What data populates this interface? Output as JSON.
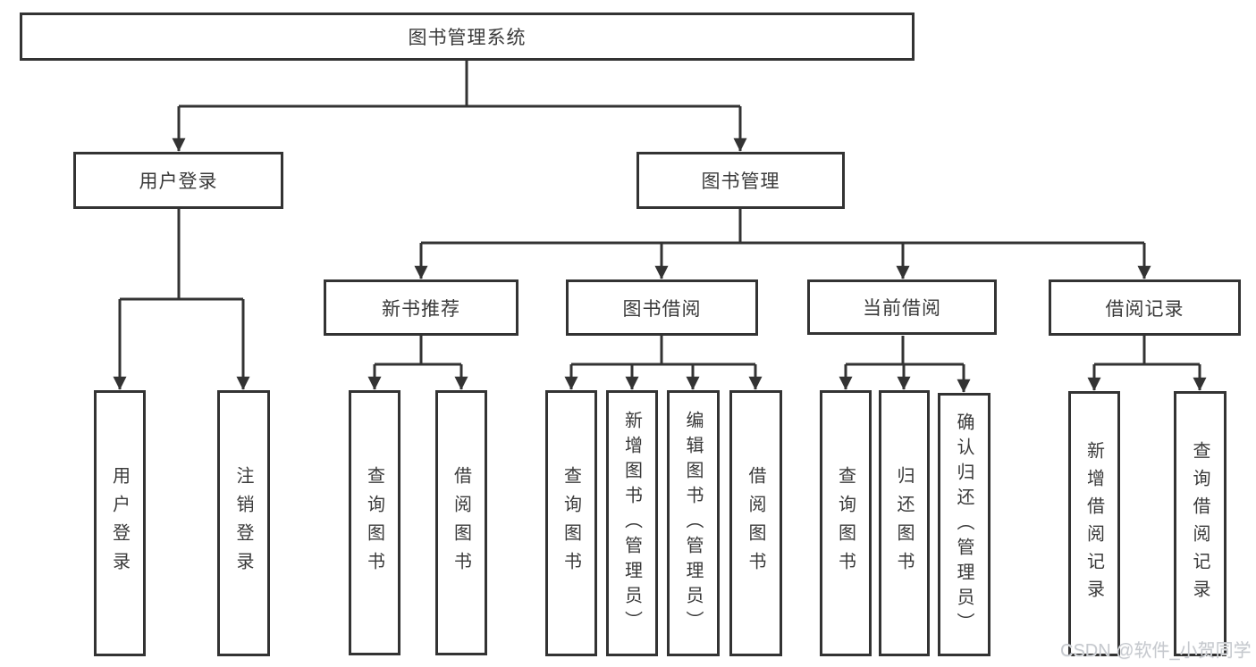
{
  "diagram": {
    "root": {
      "label": "图书管理系统"
    },
    "level2": [
      {
        "label": "用户登录"
      },
      {
        "label": "图书管理"
      }
    ],
    "level3": [
      {
        "label": "新书推荐"
      },
      {
        "label": "图书借阅"
      },
      {
        "label": "当前借阅"
      },
      {
        "label": "借阅记录"
      }
    ],
    "leaves": {
      "user": [
        {
          "label": "用户登录"
        },
        {
          "label": "注销登录"
        }
      ],
      "recommend": [
        {
          "label": "查询图书"
        },
        {
          "label": "借阅图书"
        }
      ],
      "borrow": [
        {
          "label": "查询图书"
        },
        {
          "label": "新增图书（管理员）"
        },
        {
          "label": "编辑图书（管理员）"
        },
        {
          "label": "借阅图书"
        }
      ],
      "current": [
        {
          "label": "查询图书"
        },
        {
          "label": "归还图书"
        },
        {
          "label": "确认归还（管理员）"
        }
      ],
      "records": [
        {
          "label": "新增借阅记录"
        },
        {
          "label": "查询借阅记录"
        }
      ]
    }
  },
  "watermark": {
    "text": "CSDN @软件_小贺同学"
  },
  "colors": {
    "line": "#333333",
    "text": "#3a3a3a",
    "background": "#ffffff",
    "watermark": "#c6c9ce"
  }
}
